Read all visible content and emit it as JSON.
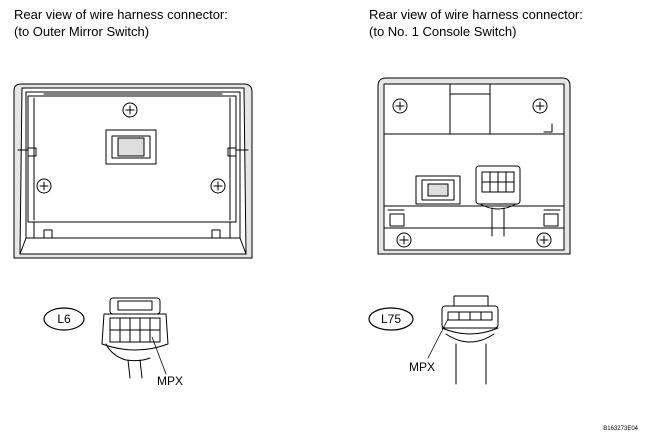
{
  "left_view": {
    "caption_line1": "Rear view of wire harness connector:",
    "caption_line2": "(to Outer Mirror Switch)",
    "connector_code": "L6",
    "terminal_label": "MPX"
  },
  "right_view": {
    "caption_line1": "Rear view of wire harness connector:",
    "caption_line2": "(to No. 1 Console Switch)",
    "connector_code": "L75",
    "terminal_label": "MPX"
  },
  "figure_code": "B163273E04"
}
